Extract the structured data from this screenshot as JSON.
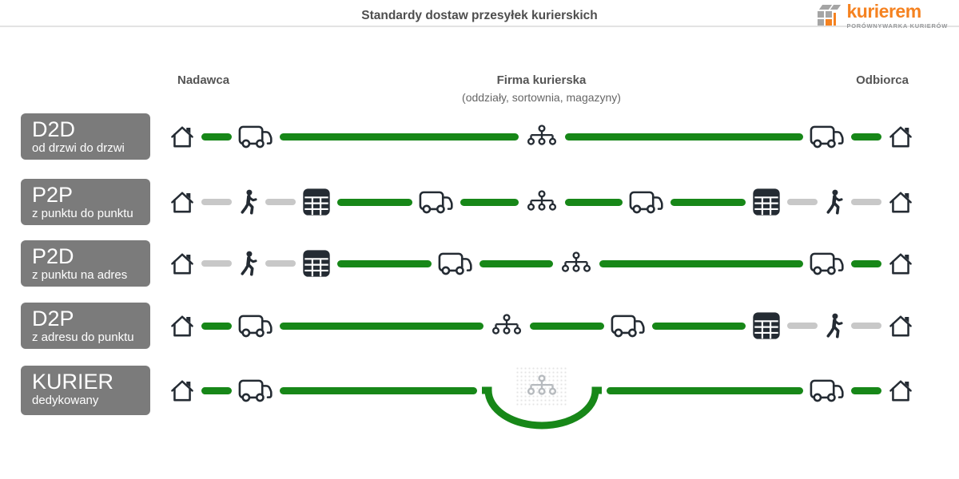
{
  "header": {
    "title": "Standardy dostaw przesyłek kurierskich",
    "logo": {
      "brand": "kurierem",
      "tagline": "PORÓWNYWARKA KURIERÓW"
    }
  },
  "columns": {
    "sender": "Nadawca",
    "courier": "Firma kurierska",
    "courier_subtitle": "(oddziały, sortownia, magazyny)",
    "receiver": "Odbiorca"
  },
  "colors": {
    "route_active": "#178718",
    "route_inactive": "#c8c8c8",
    "label_box": "#7b7b7b",
    "icon_dark": "#242b33",
    "brand_orange": "#f58220"
  },
  "icon_legend": {
    "house": "house-icon (nadawca/odbiorca address)",
    "truck": "truck-icon (courier vehicle)",
    "walk": "walking-person-icon (customer carries parcel)",
    "locker": "parcel-locker-icon (pickup point)",
    "hub": "sorting-hub-icon (oddziały, sortownia, magazyny)",
    "bypass": "hub-bypassed-arc (route skips sorting hub)"
  },
  "rows": [
    {
      "code": "D2D",
      "desc": "od drzwi do drzwi",
      "steps": [
        {
          "t": "house"
        },
        {
          "t": "green-short"
        },
        {
          "t": "truck"
        },
        {
          "t": "green",
          "g": 1
        },
        {
          "t": "hub"
        },
        {
          "t": "green",
          "g": 1
        },
        {
          "t": "truck"
        },
        {
          "t": "green-short"
        },
        {
          "t": "house"
        }
      ]
    },
    {
      "code": "P2P",
      "desc": "z punktu do punktu",
      "steps": [
        {
          "t": "house"
        },
        {
          "t": "gray-short"
        },
        {
          "t": "walk"
        },
        {
          "t": "gray-short"
        },
        {
          "t": "locker"
        },
        {
          "t": "green",
          "g": 1.5
        },
        {
          "t": "truck"
        },
        {
          "t": "green",
          "g": 1
        },
        {
          "t": "hub"
        },
        {
          "t": "green",
          "g": 1
        },
        {
          "t": "truck"
        },
        {
          "t": "green",
          "g": 1.5
        },
        {
          "t": "locker"
        },
        {
          "t": "gray-short"
        },
        {
          "t": "walk"
        },
        {
          "t": "gray-short"
        },
        {
          "t": "house"
        }
      ]
    },
    {
      "code": "P2D",
      "desc": "z punktu na adres",
      "steps": [
        {
          "t": "house"
        },
        {
          "t": "gray-short"
        },
        {
          "t": "walk"
        },
        {
          "t": "gray-short"
        },
        {
          "t": "locker"
        },
        {
          "t": "green",
          "g": 1.4
        },
        {
          "t": "truck"
        },
        {
          "t": "green",
          "g": 1
        },
        {
          "t": "hub"
        },
        {
          "t": "green",
          "g": 3.6
        },
        {
          "t": "truck"
        },
        {
          "t": "green-short"
        },
        {
          "t": "house"
        }
      ]
    },
    {
      "code": "D2P",
      "desc": "z adresu do punktu",
      "steps": [
        {
          "t": "house"
        },
        {
          "t": "green-short"
        },
        {
          "t": "truck"
        },
        {
          "t": "green",
          "g": 3.6
        },
        {
          "t": "hub"
        },
        {
          "t": "green",
          "g": 1
        },
        {
          "t": "truck"
        },
        {
          "t": "green",
          "g": 1.4
        },
        {
          "t": "locker"
        },
        {
          "t": "gray-short"
        },
        {
          "t": "walk"
        },
        {
          "t": "gray-short"
        },
        {
          "t": "house"
        }
      ]
    },
    {
      "code": "KURIER",
      "desc": "dedykowany",
      "steps": [
        {
          "t": "house"
        },
        {
          "t": "green-short"
        },
        {
          "t": "truck"
        },
        {
          "t": "green",
          "g": 1
        },
        {
          "t": "bypass"
        },
        {
          "t": "green",
          "g": 1
        },
        {
          "t": "truck"
        },
        {
          "t": "green-short"
        },
        {
          "t": "house"
        }
      ]
    }
  ]
}
